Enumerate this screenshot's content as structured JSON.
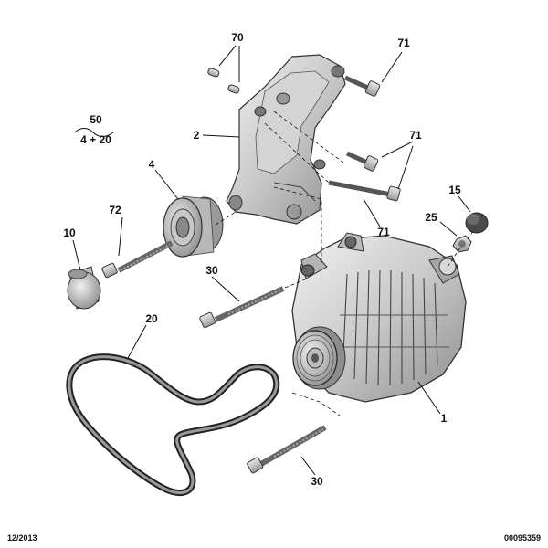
{
  "callouts": {
    "c70": "70",
    "c71a": "71",
    "c50": "50",
    "c4p20": "4 + 20",
    "c2": "2",
    "c71b": "71",
    "c4": "4",
    "c72": "72",
    "c15": "15",
    "c10": "10",
    "c25": "25",
    "c71c": "71",
    "c30a": "30",
    "c20": "20",
    "c1": "1",
    "c30b": "30"
  },
  "footer": {
    "date": "12/2013",
    "ref": "00095359"
  }
}
